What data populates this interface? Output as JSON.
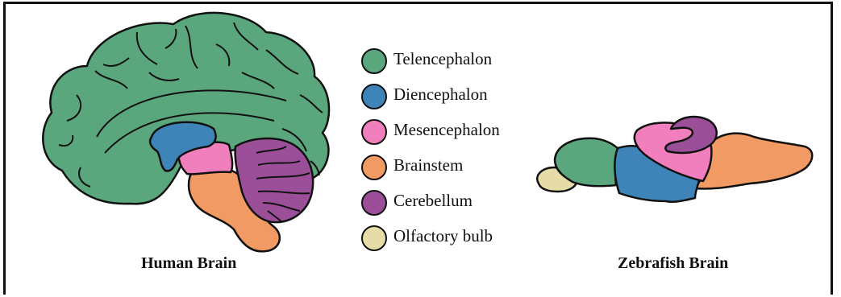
{
  "captions": {
    "human": "Human Brain",
    "zebrafish": "Zebrafish Brain"
  },
  "legend": [
    {
      "label": "Telencephalon",
      "color": "#5aa77d",
      "icon": "telencephalon-swatch-icon"
    },
    {
      "label": "Diencephalon",
      "color": "#3f84b8",
      "icon": "diencephalon-swatch-icon"
    },
    {
      "label": "Mesencephalon",
      "color": "#f27fbd",
      "icon": "mesencephalon-swatch-icon"
    },
    {
      "label": "Brainstem",
      "color": "#f29a63",
      "icon": "brainstem-swatch-icon"
    },
    {
      "label": "Cerebellum",
      "color": "#9b4f98",
      "icon": "cerebellum-swatch-icon"
    },
    {
      "label": "Olfactory bulb",
      "color": "#e6dca8",
      "icon": "olfactory-bulb-swatch-icon"
    }
  ],
  "colors": {
    "outline": "#111111",
    "background": "#ffffff"
  }
}
